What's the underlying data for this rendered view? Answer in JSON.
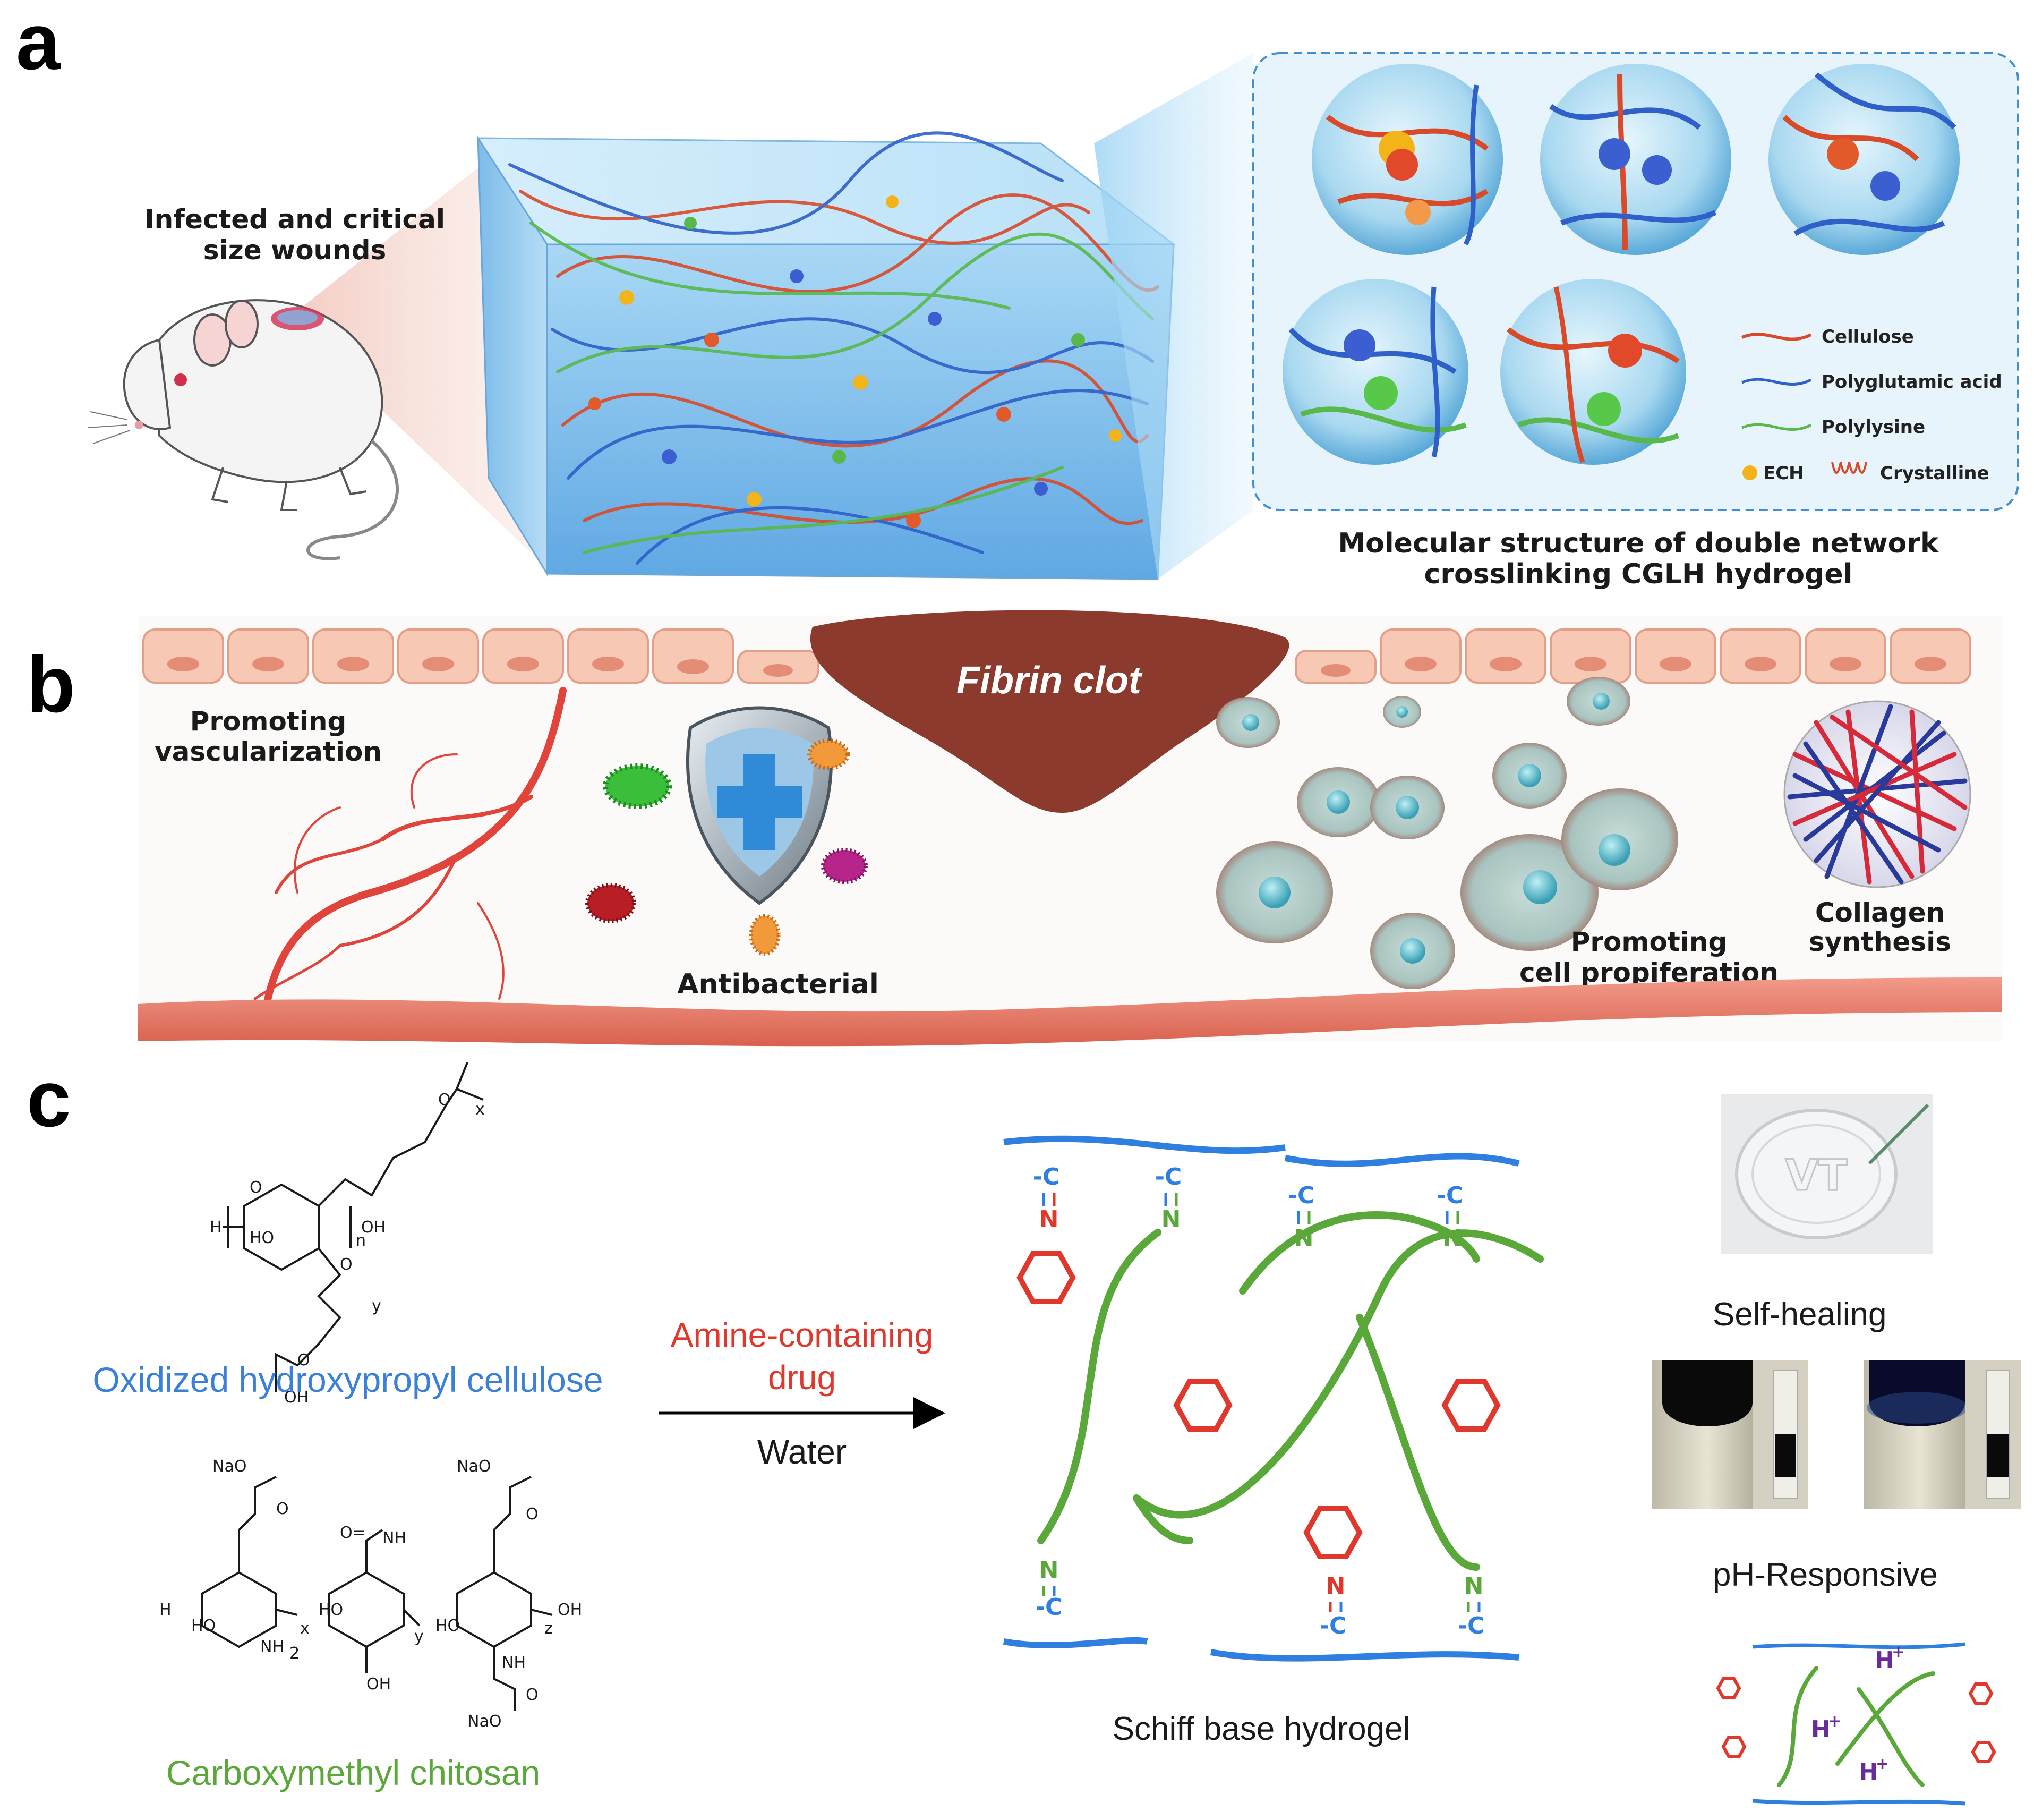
{
  "panels": {
    "a": {
      "letter": "a",
      "wound_label_line1": "Infected and critical",
      "wound_label_line2": "size wounds",
      "structure_caption_line1": "Molecular structure of double network",
      "structure_caption_line2": "crosslinking CGLH hydrogel",
      "legend": [
        {
          "label": "Cellulose",
          "color": "#d94a2a"
        },
        {
          "label": "Polyglutamic acid",
          "color": "#2f5fc9"
        },
        {
          "label": "Polylysine",
          "color": "#58b84a"
        },
        {
          "label": "ECH",
          "color": "#f2b418"
        },
        {
          "label": "Crystalline",
          "color": "#d94a2a"
        }
      ]
    },
    "b": {
      "letter": "b",
      "fibrin_clot": "Fibrin clot",
      "vascularization_line1": "Promoting",
      "vascularization_line2": "vascularization",
      "antibacterial": "Antibacterial",
      "proliferation_line1": "Promoting",
      "proliferation_line2": "cell propiferation",
      "collagen_line1": "Collagen",
      "collagen_line2": "synthesis"
    },
    "c": {
      "letter": "c",
      "oxidized_hpc": "Oxidized hydroxypropyl cellulose",
      "cm_chitosan": "Carboxymethyl chitosan",
      "arrow_top_line1": "Amine-containing",
      "arrow_top_line2": "drug",
      "arrow_bottom": "Water",
      "schiff_caption": "Schiff base hydrogel",
      "self_healing": "Self-healing",
      "ph_responsive": "pH-Responsive",
      "proton": "H",
      "proton_sup": "+",
      "dish_logo": "VT",
      "bond_c": "-C",
      "bond_n": "N",
      "chem_labels": {
        "h": "H",
        "ho": "HO",
        "oh": "OH",
        "o": "O",
        "n": "n",
        "x": "x",
        "y": "y",
        "z": "z",
        "nao": "NaO",
        "nh2": "NH",
        "nh2_sub": "2",
        "nh": "NH",
        "o_eq": "O="
      }
    }
  },
  "colors": {
    "blue_chain": "#2f7fe0",
    "green_chain": "#5aa83a",
    "red_ring": "#e0382c",
    "ph_purple": "#6a2a9a",
    "hydrogel_block": "#9fd0f0",
    "fibrin": "#8c3a2e",
    "epithelium": "#f7c9b4"
  }
}
